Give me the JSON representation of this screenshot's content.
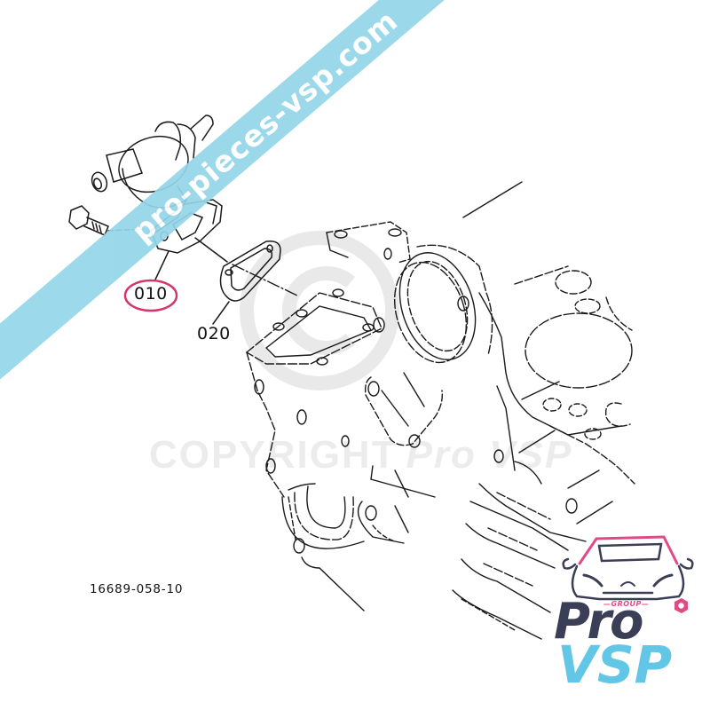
{
  "diagram": {
    "type": "exploded-parts-diagram",
    "subject": "fuel pump mounting on engine block",
    "callouts": [
      {
        "label": "010",
        "highlighted": true,
        "highlight_color": "#d6336c"
      },
      {
        "label": "020",
        "highlighted": false
      }
    ],
    "part_number": "16689-058-10"
  },
  "watermarks": {
    "banner_text": "pro-pieces-vsp.com",
    "banner_color": "#93d6e9",
    "copyright_text": "COPYRIGHT",
    "copyright_brand": "Pro VSP"
  },
  "logo": {
    "group_label": "—GROUP—",
    "pro_label": "Pro",
    "vsp_label": "VSP",
    "colors": {
      "pro": "#3b3e57",
      "vsp": "#62c6e6",
      "accent": "#e24a86"
    }
  }
}
